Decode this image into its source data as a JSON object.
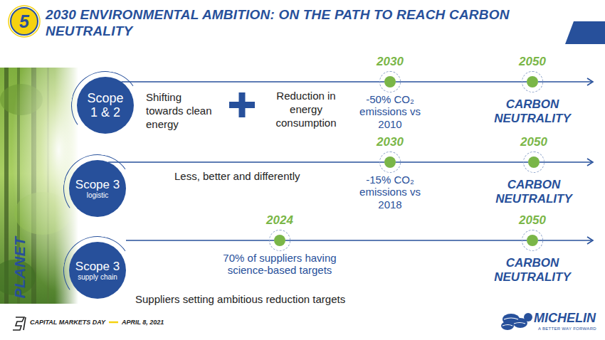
{
  "diagram": {
    "title": "2030 ENVIRONMENTAL AMBITION: ON THE PATH TO REACH CARBON NEUTRALITY",
    "nodes": [
      {
        "text": [
          "Scope 1 & 2"
        ]
      },
      {
        "text": [
          "2030",
          "-50% CO₂ emissions vs 2010"
        ]
      },
      {
        "text": [
          "2050",
          "CARBON NEUTRALITY"
        ]
      },
      {
        "text": [
          "Scope 3",
          "logistic"
        ]
      },
      {
        "text": [
          "2030",
          "-15% CO₂ emissions vs 2018"
        ]
      },
      {
        "text": [
          "2050",
          "CARBON NEUTRALITY"
        ]
      },
      {
        "text": [
          "Scope 3",
          "supply chain"
        ]
      },
      {
        "text": [
          "2024",
          "70% of suppliers having science-based targets"
        ]
      },
      {
        "text": [
          "2050",
          "CARBON NEUTRALITY"
        ]
      }
    ],
    "edges": [
      {
        "from": 0,
        "to": 1,
        "arrow": "none"
      },
      {
        "from": 1,
        "to": 2,
        "arrow": "none"
      },
      {
        "from": 3,
        "to": 4,
        "arrow": "none"
      },
      {
        "from": 4,
        "to": 5,
        "arrow": "none"
      },
      {
        "from": 6,
        "to": 7,
        "arrow": "none"
      },
      {
        "from": 7,
        "to": 8,
        "arrow": "none"
      }
    ],
    "labels": [
      "5",
      "PLANET",
      "Shifting towards clean energy",
      "Reduction in energy consumption",
      "Less, better and differently",
      "Suppliers setting ambitious reduction targets",
      "CAPITAL MARKETS DAY",
      "APRIL 8, 2021",
      "MICHELIN",
      "A BETTER WAY FORWARD"
    ]
  }
}
